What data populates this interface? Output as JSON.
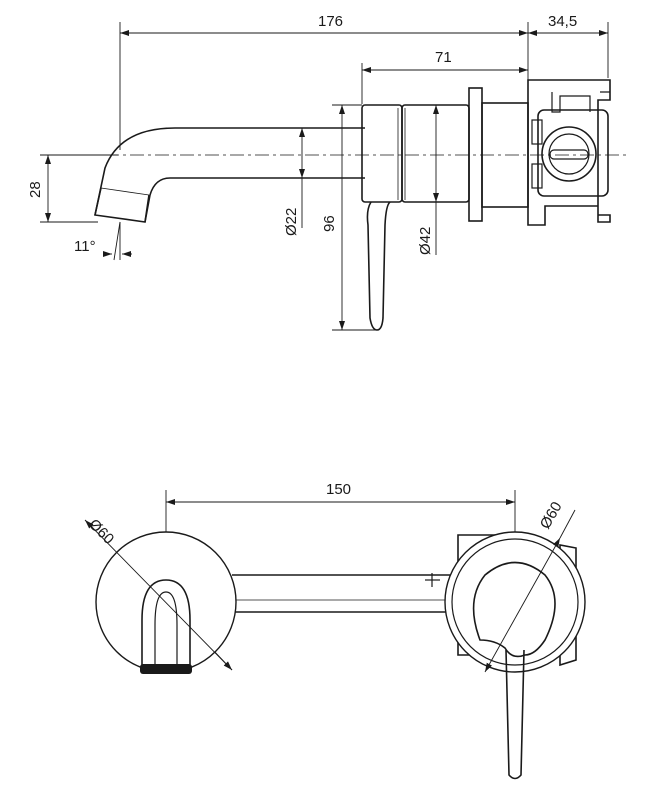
{
  "dimensions": {
    "overall_length": "176",
    "depth": "34,5",
    "body_length": "71",
    "spout_drop": "28",
    "spout_diameter": "Ø22",
    "lever_height": "96",
    "body_diameter": "Ø42",
    "spout_angle": "11°",
    "projection": "150",
    "spout_plate_diameter": "Ø60",
    "handle_plate_diameter": "Ø60"
  }
}
